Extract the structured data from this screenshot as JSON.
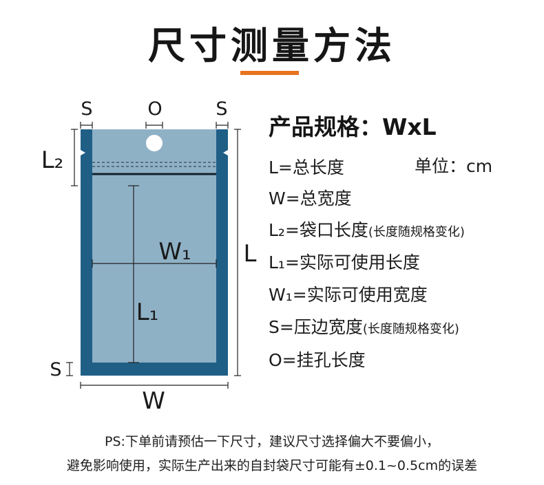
{
  "page_title": "尺寸测量方法",
  "spec": {
    "title": "产品规格：WxL",
    "unit": "单位：cm"
  },
  "definitions": [
    {
      "main": "L=总长度",
      "note": ""
    },
    {
      "main": "W=总宽度",
      "note": ""
    },
    {
      "main": "L₂=袋口长度",
      "note": "(长度随规格变化)"
    },
    {
      "main": "L₁=实际可使用长度",
      "note": ""
    },
    {
      "main": "W₁=实际可使用宽度",
      "note": ""
    },
    {
      "main": "S=压边宽度",
      "note": "(长度随规格变化)"
    },
    {
      "main": "O=挂孔长度",
      "note": ""
    }
  ],
  "diagram_labels": {
    "s_top_left": "S",
    "o_top": "O",
    "s_top_right": "S",
    "l2": "L₂",
    "w1": "W₁",
    "l": "L",
    "l1": "L₁",
    "s_bottom": "S",
    "w": "W"
  },
  "notes": [
    "PS:下单前请预估一下尺寸，建议尺寸选择偏大不要偏小，",
    "避免影响使用，实际生产出来的自封袋尺寸可能有±0.1~0.5cm的误差"
  ],
  "colors": {
    "accent": "#e9731f",
    "bag_border": "#1f5f86",
    "bag_fill": "#8fb1c6"
  }
}
